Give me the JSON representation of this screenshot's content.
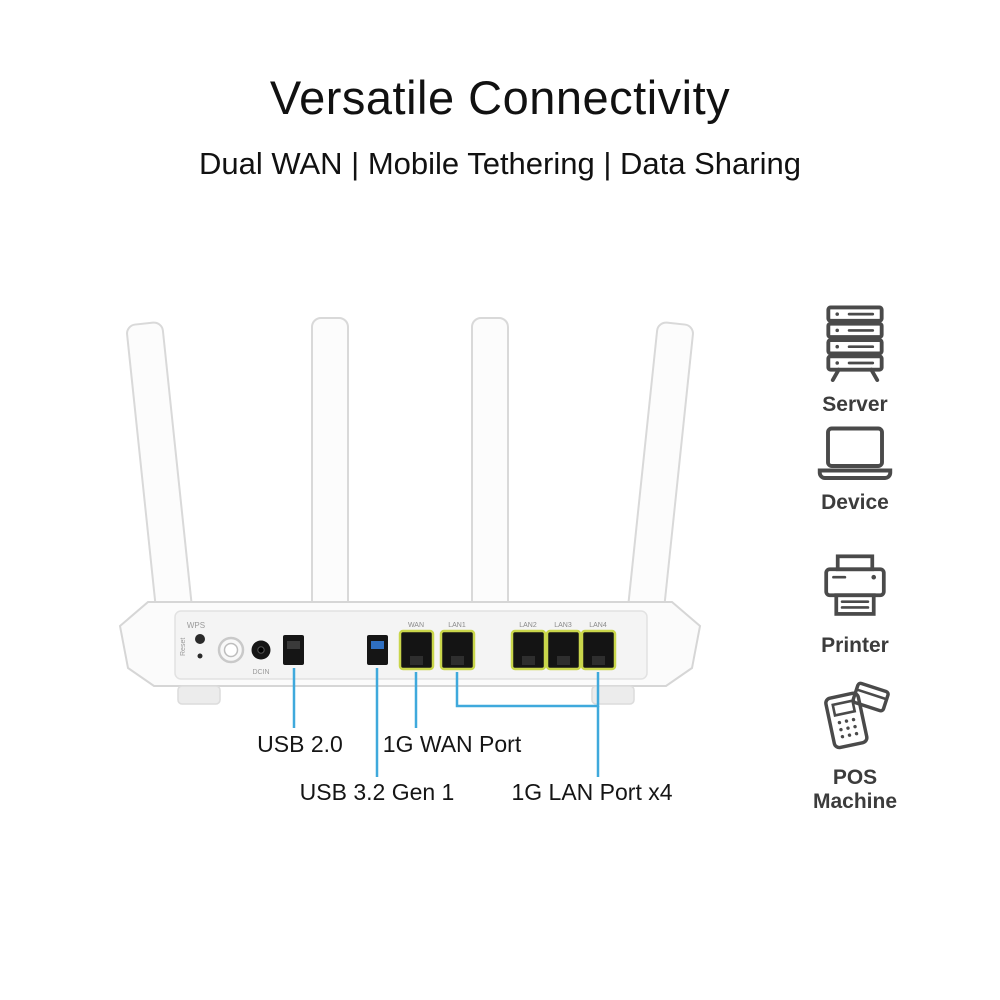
{
  "header": {
    "title": "Versatile Connectivity",
    "subtitle": "Dual WAN | Mobile Tethering | Data Sharing"
  },
  "callouts": {
    "usb2_label": "USB 2.0",
    "wan_label": "1G WAN Port",
    "usb3_label": "USB 3.2 Gen 1",
    "lan_label": "1G LAN Port x4"
  },
  "router": {
    "wps_label": "WPS",
    "reset_label": "Reset",
    "dcin_label": "DCIN",
    "port_labels": {
      "wan": "WAN",
      "lan1": "LAN1",
      "lan2": "LAN2",
      "lan3": "LAN3",
      "lan4": "LAN4"
    }
  },
  "legend": {
    "items": [
      {
        "icon": "server-icon",
        "label": "Server"
      },
      {
        "icon": "laptop-icon",
        "label": "Device"
      },
      {
        "icon": "printer-icon",
        "label": "Printer"
      },
      {
        "icon": "pos-machine-icon",
        "label": "POS\nMachine"
      }
    ]
  },
  "colors": {
    "callout_line": "#3FA9DC",
    "port_outline": "#C9D64B",
    "usb3_blue": "#2F6FC1"
  }
}
